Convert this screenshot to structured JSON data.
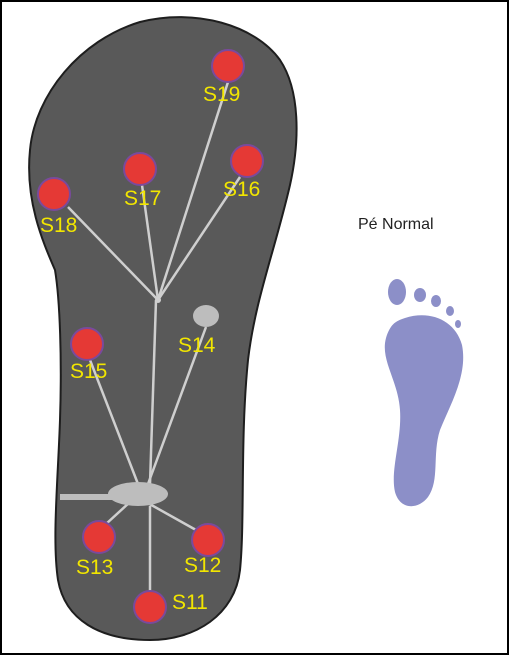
{
  "colors": {
    "insole": "#595959",
    "insole_outline": "#1e1e1e",
    "sensor_fill": "#e53935",
    "sensor_ring": "#7a4a9c",
    "label": "#f2e600",
    "wire": "#cfcfcf",
    "hub": "#bdbdbd",
    "footprint": "#8c8fc8"
  },
  "insole": {
    "sensors": [
      {
        "id": "S11",
        "label": "S11"
      },
      {
        "id": "S12",
        "label": "S12"
      },
      {
        "id": "S13",
        "label": "S13"
      },
      {
        "id": "S14",
        "label": "S14",
        "kind": "grey-node"
      },
      {
        "id": "S15",
        "label": "S15"
      },
      {
        "id": "S16",
        "label": "S16"
      },
      {
        "id": "S17",
        "label": "S17"
      },
      {
        "id": "S18",
        "label": "S18"
      },
      {
        "id": "S19",
        "label": "S19"
      }
    ]
  },
  "footprint": {
    "title": "Pé Normal",
    "icon": "foot-icon"
  }
}
